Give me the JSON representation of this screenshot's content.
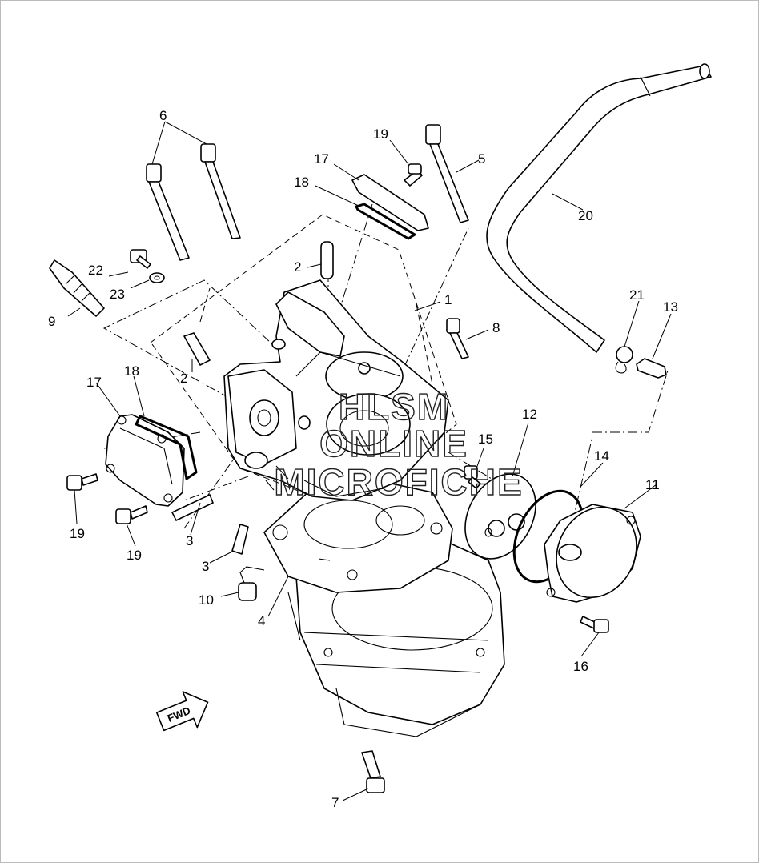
{
  "diagram": {
    "callouts": [
      {
        "id": "c1",
        "text": "1"
      },
      {
        "id": "c2a",
        "text": "2"
      },
      {
        "id": "c2b",
        "text": "2"
      },
      {
        "id": "c3a",
        "text": "3"
      },
      {
        "id": "c3b",
        "text": "3"
      },
      {
        "id": "c4",
        "text": "4"
      },
      {
        "id": "c5",
        "text": "5"
      },
      {
        "id": "c6",
        "text": "6"
      },
      {
        "id": "c7",
        "text": "7"
      },
      {
        "id": "c8",
        "text": "8"
      },
      {
        "id": "c9",
        "text": "9"
      },
      {
        "id": "c10",
        "text": "10"
      },
      {
        "id": "c11",
        "text": "11"
      },
      {
        "id": "c12",
        "text": "12"
      },
      {
        "id": "c13",
        "text": "13"
      },
      {
        "id": "c14",
        "text": "14"
      },
      {
        "id": "c15",
        "text": "15"
      },
      {
        "id": "c16",
        "text": "16"
      },
      {
        "id": "c17a",
        "text": "17"
      },
      {
        "id": "c17b",
        "text": "17"
      },
      {
        "id": "c18a",
        "text": "18"
      },
      {
        "id": "c18b",
        "text": "18"
      },
      {
        "id": "c19a",
        "text": "19"
      },
      {
        "id": "c19b",
        "text": "19"
      },
      {
        "id": "c19c",
        "text": "19"
      },
      {
        "id": "c20",
        "text": "20"
      },
      {
        "id": "c21",
        "text": "21"
      },
      {
        "id": "c22",
        "text": "22"
      },
      {
        "id": "c23",
        "text": "23"
      }
    ],
    "fwd_label": "FWD",
    "watermark": [
      "HLSM",
      "ONLINE",
      "MICROFICHE"
    ],
    "icons": [
      "forward-arrow-icon"
    ]
  }
}
